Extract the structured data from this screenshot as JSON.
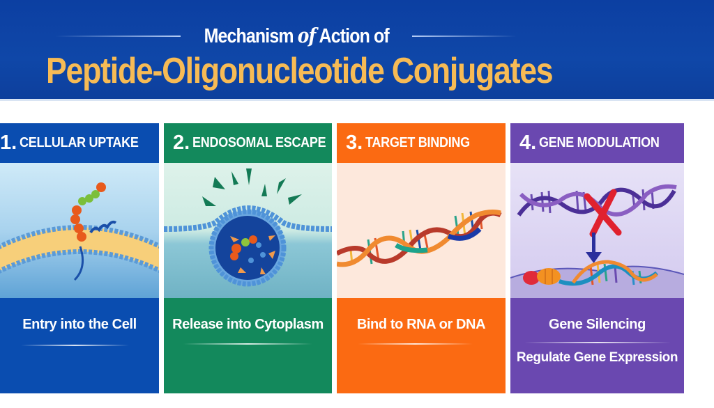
{
  "header": {
    "subtitle_pre": "Mechanism ",
    "subtitle_of": "of",
    "subtitle_post": " Action of",
    "title": "Peptide-Oligonucleotide Conjugates"
  },
  "colors": {
    "banner": "#0f47a8",
    "title": "#f7bb55",
    "step1": "#0a4db0",
    "step2": "#13895c",
    "step3": "#fb6a12",
    "step4": "#6a48b0",
    "inhibit_x": "#e0212e"
  },
  "steps": [
    {
      "number": "1.",
      "label": "CELLULAR UPTAKE",
      "description": "Entry into the Cell",
      "illustration": "membrane-peptide-icon"
    },
    {
      "number": "2.",
      "label": "ENDOSOMAL ESCAPE",
      "description": "Release into Cytoplasm",
      "illustration": "endosome-burst-icon"
    },
    {
      "number": "3.",
      "label": "TARGET BINDING",
      "description": "Bind to RNA or DNA",
      "illustration": "dna-helix-icon"
    },
    {
      "number": "4.",
      "label": "GENE MODULATION",
      "description": "Gene Silencing",
      "description_secondary": "Regulate Gene Expression",
      "illustration": "gene-silencing-icon"
    }
  ]
}
